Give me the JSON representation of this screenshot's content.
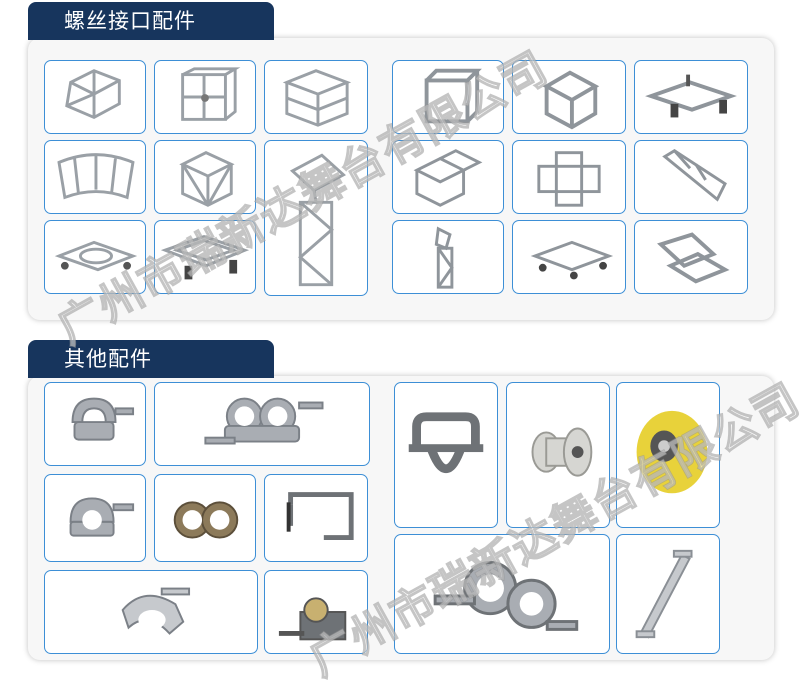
{
  "sections": [
    {
      "title": "螺丝接口配件"
    },
    {
      "title": "其他配件"
    }
  ],
  "watermark": "广州市瑞新达舞台有限公司",
  "colors": {
    "tab_bg": "#17355d",
    "box_border": "#3d8fd6",
    "panel_bg": "#f7f7f7",
    "metal": "#a9adb3",
    "yellow_wheel": "#e8d23a"
  },
  "items_section1": [
    "truss-corner-cube",
    "truss-box-corner",
    "truss-square-block",
    "truss-cube-frame",
    "truss-cube-joint",
    "truss-base-frame",
    "truss-curved-section",
    "truss-cube-junction",
    "truss-hinge-tower",
    "truss-t-junction",
    "truss-cross-junction",
    "truss-tapered-section",
    "truss-base-plate",
    "truss-square-base",
    "truss-angled-column",
    "truss-wheel-base",
    "truss-multi-corner"
  ],
  "items_section2": [
    "half-coupler-clamp",
    "double-swivel-coupler",
    "d-shackle",
    "cable-pulley-wheel",
    "polyurethane-wheel",
    "half-coupler-small",
    "scaffold-coupler",
    "g-clamp",
    "large-swivel-coupler",
    "hook-clamp",
    "caster-wheel",
    "rail-bracket"
  ]
}
